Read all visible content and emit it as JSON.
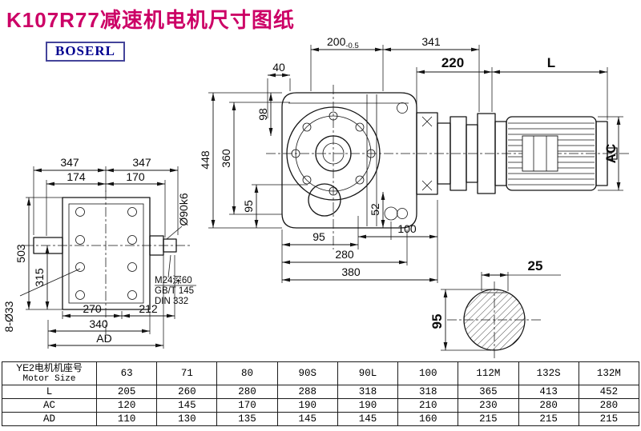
{
  "title": "K107R77减速机电机尺寸图纸",
  "brand": "BOSERL",
  "colors": {
    "title": "#cc0066",
    "brand": "#00008f",
    "line": "#141414"
  },
  "annotations": {
    "bolt_holes": "8-Ø33",
    "shaft_dia": "Ø90k6",
    "m24": "M24深60",
    "gbt": "GB/T 145",
    "din": "DIN 332"
  },
  "dims_front": {
    "n200": "200",
    "n200tol": "-0.5",
    "n341": "341",
    "n40": "40",
    "n448": "448",
    "n360": "360",
    "n98": "98",
    "n95side": "95",
    "n52": "52",
    "n95bottom": "95",
    "n100": "100",
    "n280": "280",
    "n380": "380",
    "n220": "220",
    "nL": "L",
    "nAC": "AC"
  },
  "dims_side": {
    "n347a": "347",
    "n347b": "347",
    "n174": "174",
    "n170": "170",
    "n503": "503",
    "n315": "315",
    "n270": "270",
    "n212": "212",
    "n340": "340",
    "nAD": "AD"
  },
  "dims_section": {
    "n25": "25",
    "n95": "95"
  },
  "table": {
    "header": {
      "title": "YE2电机机座号",
      "subtitle": "Motor Size"
    },
    "columns": [
      "63",
      "71",
      "80",
      "90S",
      "90L",
      "100",
      "112M",
      "132S",
      "132M"
    ],
    "rows": [
      {
        "label": "L",
        "values": [
          "205",
          "260",
          "280",
          "288",
          "318",
          "318",
          "365",
          "413",
          "452"
        ]
      },
      {
        "label": "AC",
        "values": [
          "120",
          "145",
          "170",
          "190",
          "190",
          "210",
          "230",
          "280",
          "280"
        ]
      },
      {
        "label": "AD",
        "values": [
          "110",
          "130",
          "135",
          "145",
          "145",
          "160",
          "215",
          "215",
          "215"
        ]
      }
    ]
  }
}
